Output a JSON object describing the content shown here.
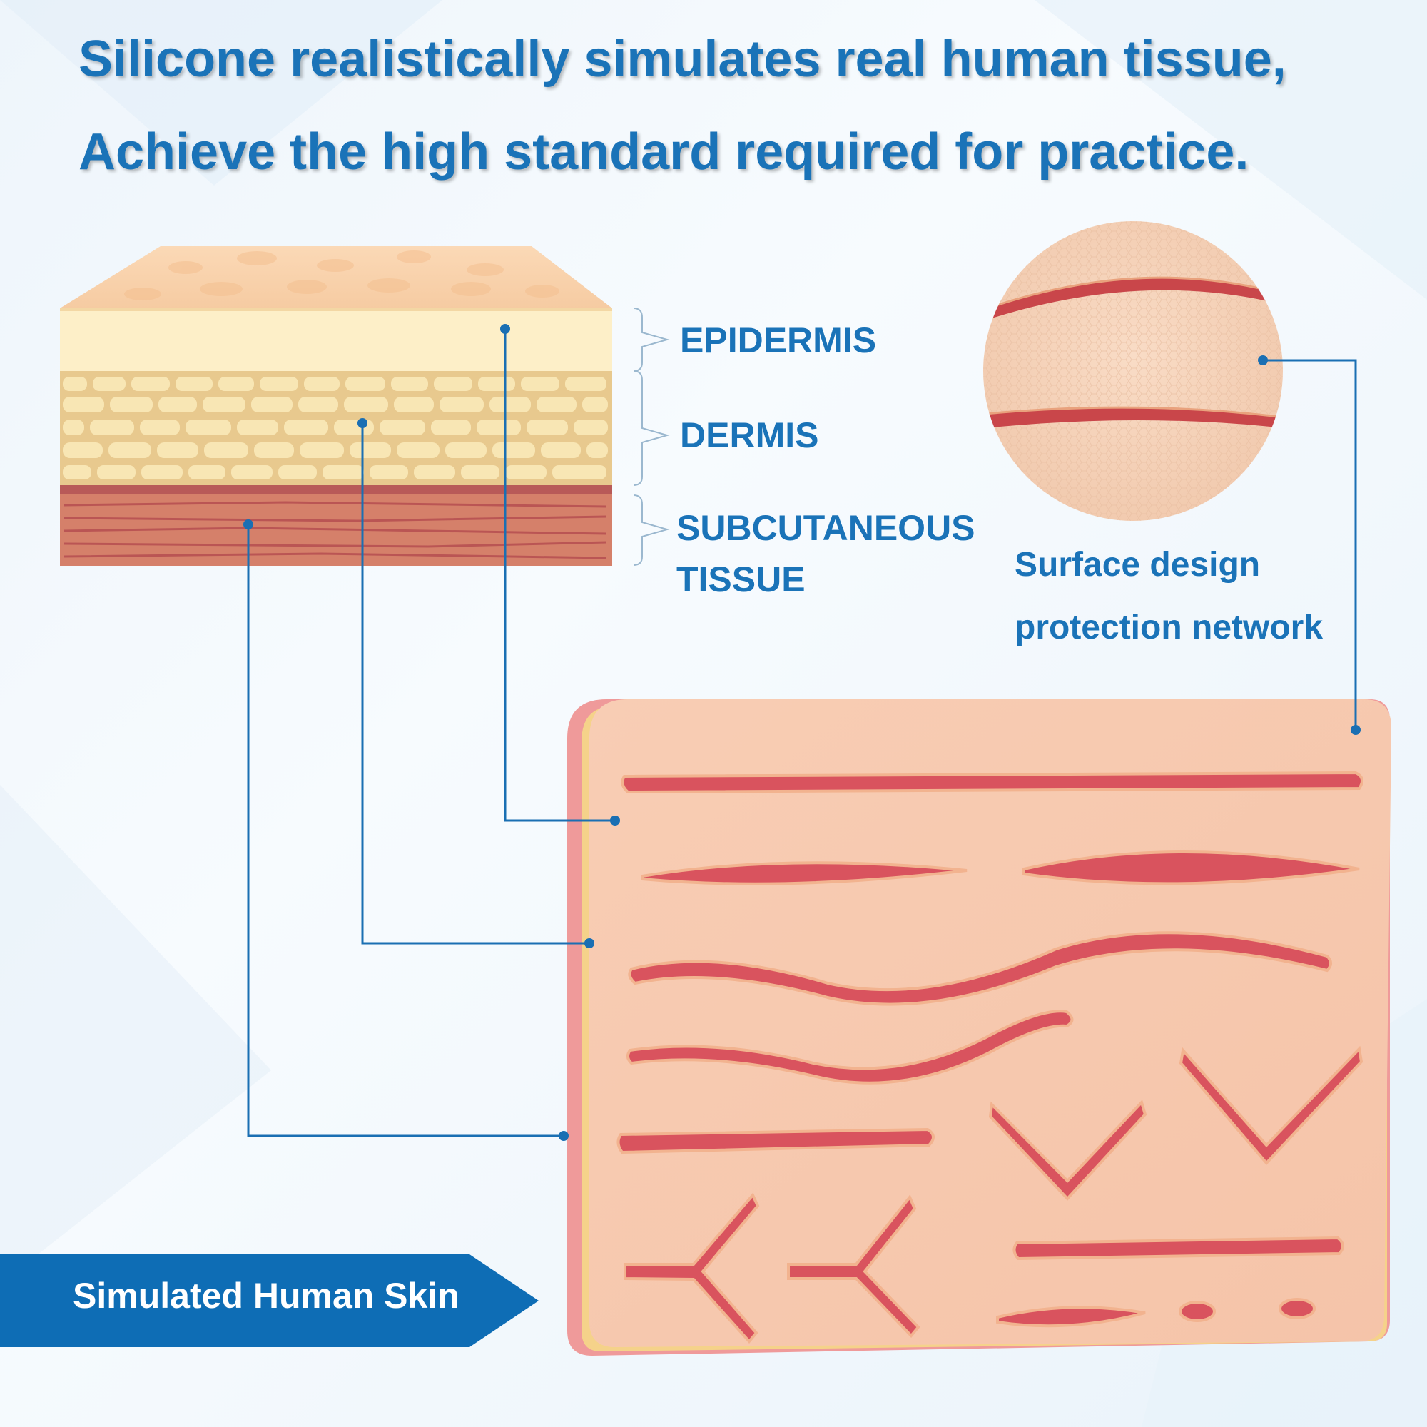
{
  "headline": {
    "line1": "Silicone realistically simulates real human tissue,",
    "line2": "Achieve the high standard required for practice."
  },
  "layers": {
    "epidermis": "EPIDERMIS",
    "dermis": "DERMIS",
    "subcutaneous_line1": "SUBCUTANEOUS",
    "subcutaneous_line2": "TISSUE"
  },
  "surface_note": {
    "line1": "Surface design",
    "line2": "protection network"
  },
  "banner": {
    "label": "Simulated Human Skin"
  },
  "colors": {
    "brand_blue": "#1a73b8",
    "banner_blue": "#0e6db5",
    "skin": "#f7c9b0",
    "wound": "#d9535e"
  }
}
